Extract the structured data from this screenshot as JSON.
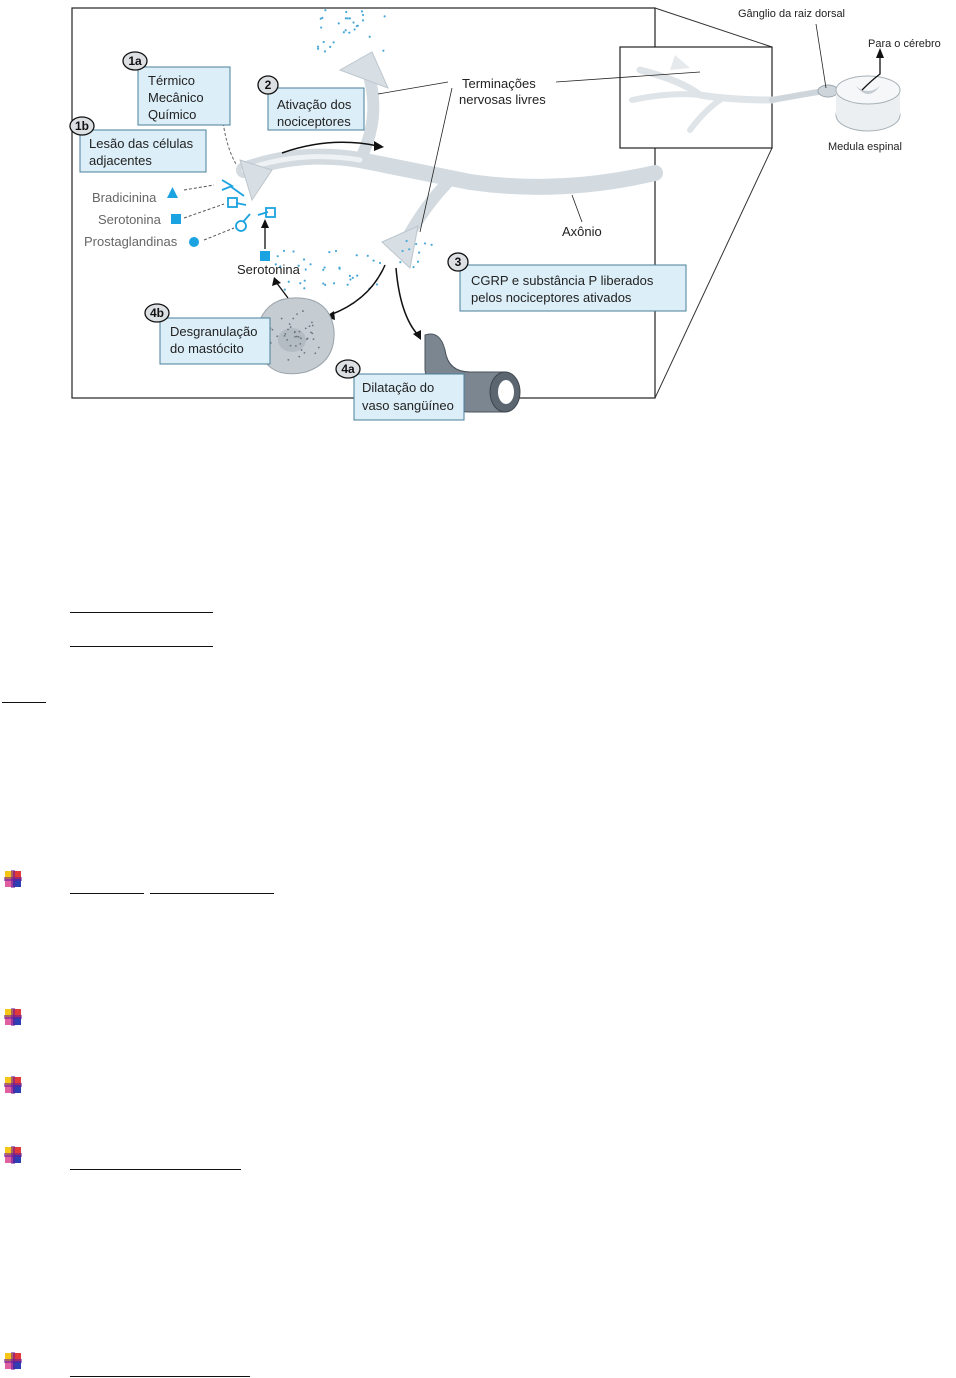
{
  "figure": {
    "callouts": {
      "c1a": {
        "badge": "1a",
        "lines": [
          "Térmico",
          "Mecânico",
          "Químico"
        ]
      },
      "c1b": {
        "badge": "1b",
        "lines": [
          "Lesão das células",
          "adjacentes"
        ]
      },
      "c2": {
        "badge": "2",
        "lines": [
          "Ativação dos",
          "nociceptores"
        ]
      },
      "c3": {
        "badge": "3",
        "lines": [
          "CGRP e substância P liberados",
          "pelos nociceptores ativados"
        ]
      },
      "c4a": {
        "badge": "4a",
        "lines": [
          "Dilatação do",
          "vaso sangüíneo"
        ]
      },
      "c4b": {
        "badge": "4b",
        "lines": [
          "Desgranulação",
          "do mastócito"
        ]
      }
    },
    "labels": {
      "terminacoes": [
        "Terminações",
        "nervosas livres"
      ],
      "axonio": "Axônio",
      "serotonina_bottom": "Serotonina",
      "ganglio": "Gânglio da raiz dorsal",
      "para_cerebro": "Para o cérebro",
      "medula": "Medula espinal"
    },
    "mediators": [
      {
        "label": "Bradicinina",
        "shape": "triangle"
      },
      {
        "label": "Serotonina",
        "shape": "square"
      },
      {
        "label": "Prostaglandinas",
        "shape": "circle"
      }
    ],
    "colors": {
      "nerve": "#d6dde2",
      "nerve_edge": "#b9c3ca",
      "callout_fill": "#dceef8",
      "callout_border": "#4a7f9a",
      "mediator_blue": "#1aa3e0",
      "vessel": "#5b6670"
    }
  },
  "document": {
    "bullet_icon": "four-color-square-bullet-icon"
  }
}
